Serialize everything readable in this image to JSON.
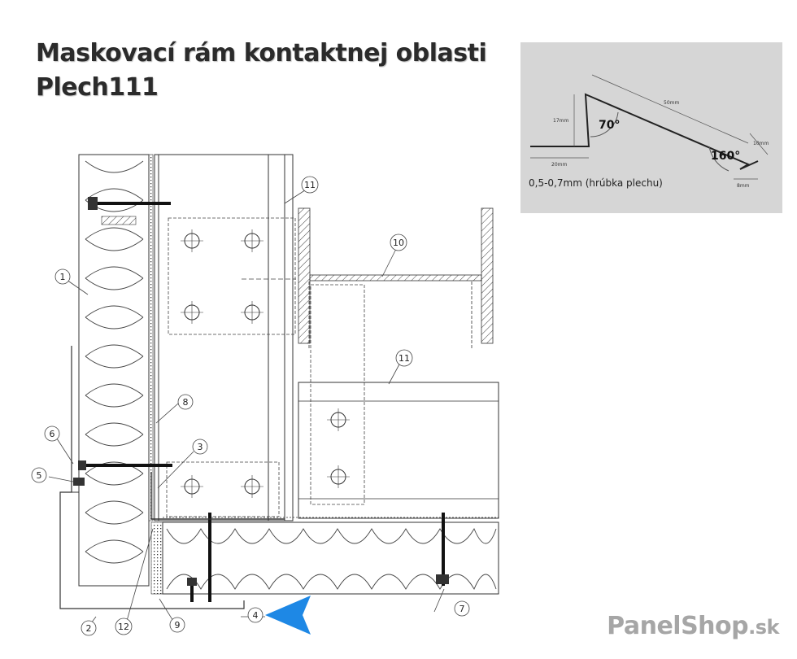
{
  "header": {
    "title_line1": "Maskovací rám kontaktnej oblasti",
    "title_line2": "Plech111"
  },
  "profile": {
    "background_color": "#d6d6d6",
    "angle_top": "70°",
    "angle_bottom": "160°",
    "dim_17": "17mm",
    "dim_20": "20mm",
    "dim_50": "50mm",
    "dim_10": "10mm",
    "dim_8": "8mm",
    "thickness_note": "0,5-0,7mm (hrúbka plechu)"
  },
  "callouts": {
    "c1": "1",
    "c2": "2",
    "c3": "3",
    "c4": "4",
    "c5": "5",
    "c6": "6",
    "c7": "7",
    "c8": "8",
    "c9": "9",
    "c10": "10",
    "c11a": "11",
    "c11b": "11",
    "c12": "12"
  },
  "colors": {
    "arrow": "#1e88e5",
    "line": "#333333",
    "brand": "#a6a6a6"
  },
  "brand": {
    "name": "PanelShop",
    "tld": ".sk"
  },
  "icons": {
    "pointer": "blue-arrow-icon",
    "bolt": "bolt-hole-icon"
  }
}
